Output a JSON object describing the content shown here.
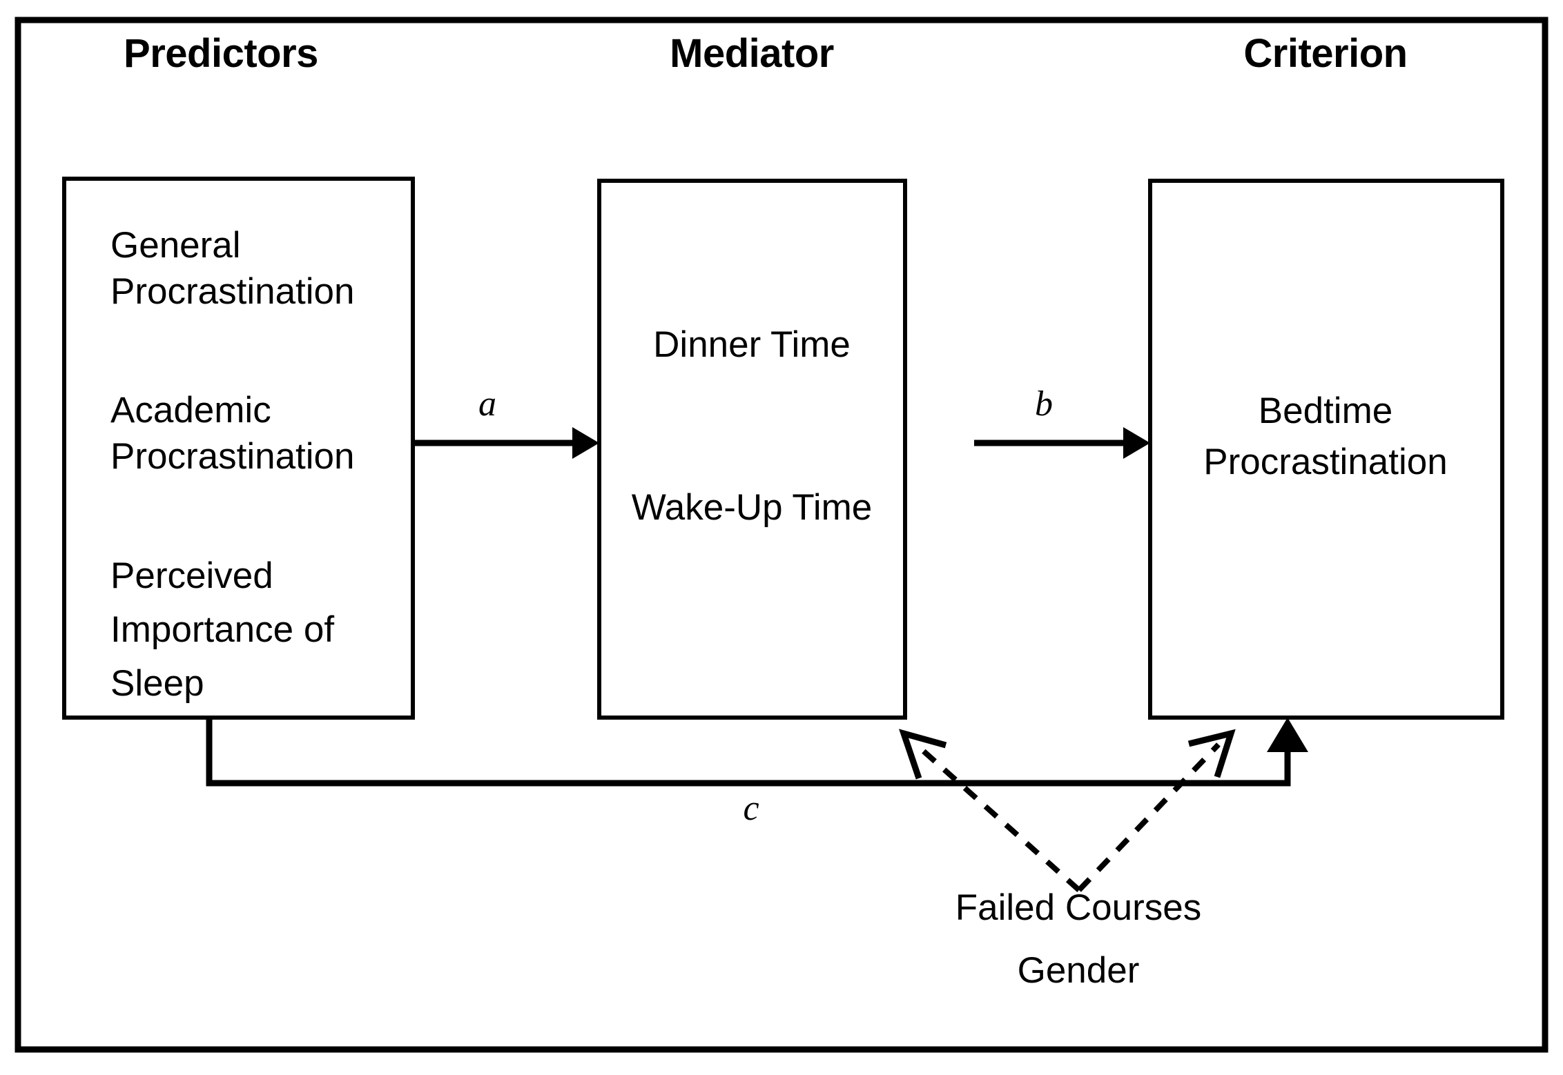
{
  "figure": {
    "type": "mediation-path-diagram",
    "background": "#ffffff",
    "line_color": "#000000"
  },
  "columns": {
    "predictors_title": "Predictors",
    "mediator_title": "Mediator",
    "criterion_title": "Criterion"
  },
  "boxes": {
    "predictors": {
      "name": "predictors-box",
      "lines": [
        "General",
        "Procrastination",
        "Academic",
        "Procrastination",
        "Perceived",
        "Importance of",
        "Sleep"
      ],
      "items": [
        "General Procrastination",
        "Academic Procrastination",
        "Perceived Importance of Sleep"
      ]
    },
    "mediator": {
      "name": "mediator-box",
      "items": [
        "Dinner Time",
        "Wake-Up Time"
      ]
    },
    "criterion": {
      "name": "criterion-box",
      "lines": [
        "Bedtime",
        "Procrastination"
      ],
      "items": [
        "Bedtime Procrastination"
      ]
    }
  },
  "paths": {
    "a": {
      "label": "a",
      "from": "predictors",
      "to": "mediator",
      "style": "solid"
    },
    "b": {
      "label": "b",
      "from": "mediator",
      "to": "criterion",
      "style": "solid"
    },
    "c": {
      "label": "c",
      "from": "predictors",
      "to": "criterion",
      "style": "solid"
    }
  },
  "covariates": {
    "name": "covariates",
    "lines": [
      "Failed Courses",
      "Gender"
    ],
    "items": [
      "Failed Courses",
      "Gender"
    ],
    "style": "dashed",
    "targets": [
      "mediator",
      "criterion"
    ]
  }
}
